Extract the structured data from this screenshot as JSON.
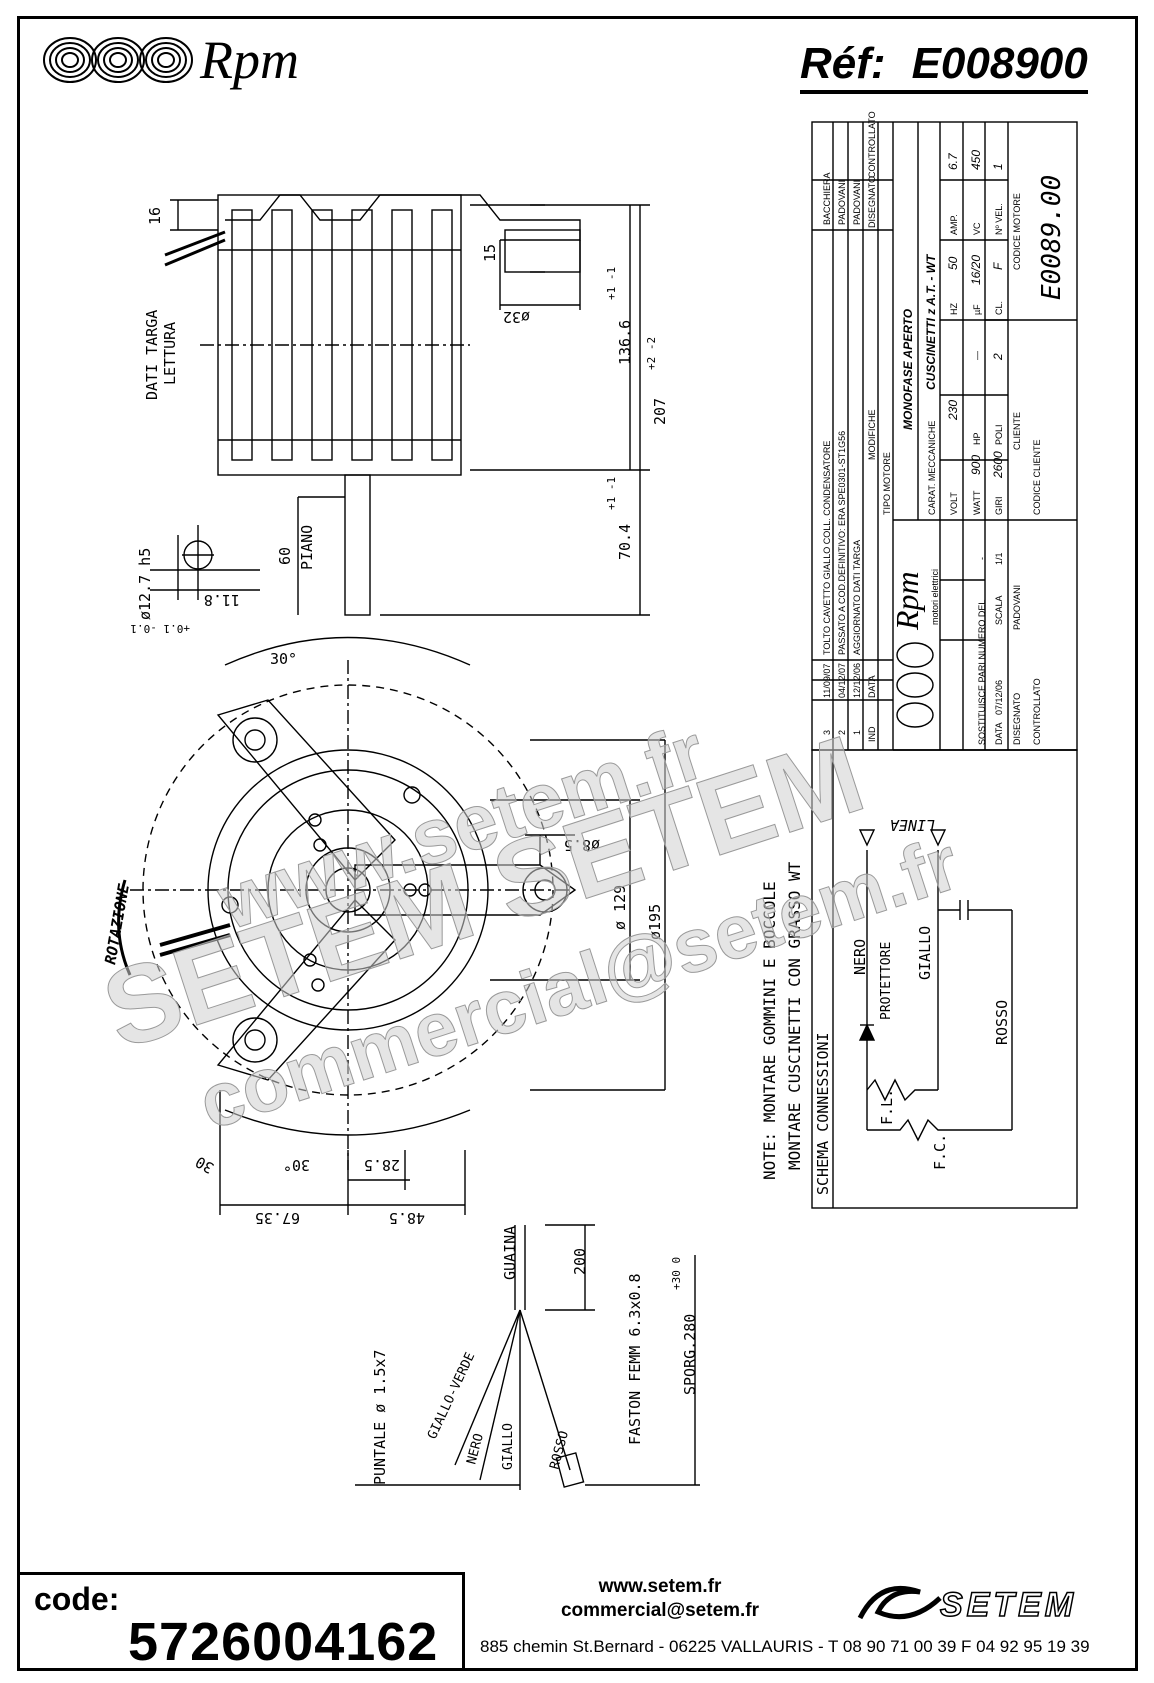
{
  "header": {
    "brand": "Rpm",
    "ref_label": "Réf:",
    "ref_value": "E008900"
  },
  "drawing": {
    "side_view": {
      "dim_16_top": "16",
      "dim_15": "15",
      "dim_phi32": "ø32",
      "label_dati_targa": "DATI TARGA",
      "label_lettura": "LETTURA",
      "dim_136": "136.6",
      "dim_136_tol": "+1 -1",
      "dim_207": "207",
      "dim_207_tol": "+2 -2",
      "dim_70": "70.4",
      "dim_70_tol": "+1 -1",
      "dim_60": "60",
      "label_piano": "PIANO",
      "dim_shaft": "ø12.7 h5",
      "dim_flat": "11.8",
      "dim_flat_tol": "+0.1 -0.1"
    },
    "front_view": {
      "angle_top": "30°",
      "angle_bottom": "30°",
      "dim_phi195": "ø195",
      "dim_phi129": "ø 129",
      "dim_phi8_5": "ø8.5",
      "dim_30": "30",
      "dim_28_5": "28.5",
      "dim_67_35": "67.35",
      "dim_48_5": "48.5",
      "label_rotazione": "ROTAZIONE"
    },
    "notes": {
      "line1": "NOTE: MONTARE GOMMINI E BOCCOLE",
      "line2": "MONTARE CUSCINETTI CON GRASSO WT"
    },
    "wires": {
      "guaina": "GUAINA",
      "dim_200": "200",
      "faston": "FASTON FEMM 6.3x0.8",
      "sporg": "SPORG.280",
      "sporg_tol": "+30 0",
      "puntale": "PUNTALE ø 1.5x7",
      "giallo_verde": "GIALLO-VERDE",
      "nero": "NERO",
      "giallo": "GIALLO",
      "rosso": "ROSSO"
    },
    "schema": {
      "title": "SCHEMA CONNESSIONI",
      "linea": "LINEA",
      "nero": "NERO",
      "protettore": "PROTETTORE",
      "giallo": "GIALLO",
      "rosso": "ROSSO",
      "fl": "F.L.",
      "fc": "F.C."
    }
  },
  "title_block": {
    "revisions": [
      {
        "n": "3",
        "date": "11/09/07",
        "text": "TOLTO CAVETTO GIALLO COLL. CONDENSATORE",
        "drawn": "BACCHIERA"
      },
      {
        "n": "2",
        "date": "04/12/07",
        "text": "PASSATO A COD.DEFINITIVO: ERA SPE0301-ST1G56",
        "drawn": "PADOVANI"
      },
      {
        "n": "1",
        "date": "12/12/06",
        "text": "AGGIORNATO DATI TARGA",
        "drawn": "PADOVANI"
      }
    ],
    "rev_header": {
      "n": "IND",
      "date": "DATA",
      "text": "MODIFICHE",
      "drawn": "DISEGNATO",
      "checked": "CONTROLLATO"
    },
    "brand": "Rpm",
    "brand_sub": "motori elettrici",
    "tipo_motore_label": "TIPO MOTORE",
    "tipo_motore_value": "MONOFASE APERTO",
    "carat_label": "CARAT. MECCANICHE",
    "carat_value": "CUSCINETTI z A.T. - WT",
    "volt_label": "VOLT",
    "volt": "230",
    "hz_label": "HZ",
    "hz": "50",
    "amp_label": "AMP.",
    "amp": "6.7",
    "watt_label": "WATT",
    "watt": "900",
    "hp_label": "HP",
    "hp": "—",
    "uf_label": "µF",
    "uf": "16/20",
    "vc_label": "VC",
    "vc": "450",
    "giri_label": "GIRI",
    "giri": "2600",
    "poli_label": "POLI",
    "poli": "2",
    "cl_label": "CL.",
    "cl": "F",
    "nvel_label": "Nº VEL.",
    "nvel": "1",
    "cliente_label": "CLIENTE",
    "codice_motore_label": "CODICE MOTORE",
    "codice_motore": "E0089.00",
    "sostituisce_label": "SOSTITUISCE PARI NUMERO DEL",
    "sostituisce_value": "-",
    "data_label": "DATA",
    "data_value": "07/12/06",
    "scala_label": "SCALA",
    "scala_value": "1/1",
    "disegnato_label": "DISEGNATO",
    "disegnato_value": "PADOVANI",
    "controllato_label": "CONTROLLATO",
    "codice_cliente_label": "CODICE CLIENTE"
  },
  "watermark": {
    "line1": "www.setem.fr",
    "line2": "SETEM SETEM",
    "line3": "commercial@setem.fr"
  },
  "footer": {
    "code_label": "code:",
    "code_value": "5726004162",
    "website": "www.setem.fr",
    "email": "commercial@setem.fr",
    "address": "885 chemin St.Bernard  -  06225 VALLAURIS  -  T 08 90 71 00 39   F 04 92 95 19 39",
    "brand": "SETEM"
  }
}
